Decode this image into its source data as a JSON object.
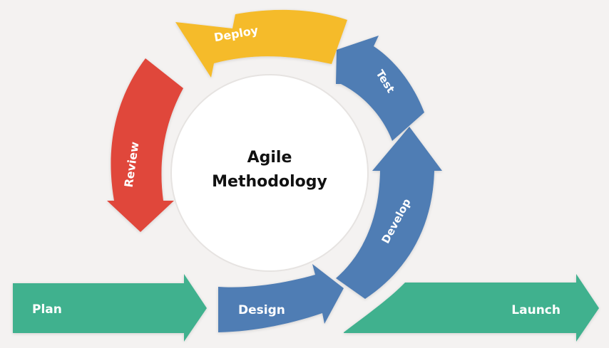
{
  "center": {
    "line1": "Agile",
    "line2": "Methodology"
  },
  "steps": {
    "plan": "Plan",
    "design": "Design",
    "develop": "Develop",
    "test": "Test",
    "deploy": "Deploy",
    "review": "Review",
    "launch": "Launch"
  },
  "colors": {
    "green": "#3fb18e",
    "blue": "#4f7db4",
    "yellow": "#f5bb2c",
    "red": "#e0463a",
    "circle_fill": "#ffffff",
    "background": "#f4f2f1"
  }
}
